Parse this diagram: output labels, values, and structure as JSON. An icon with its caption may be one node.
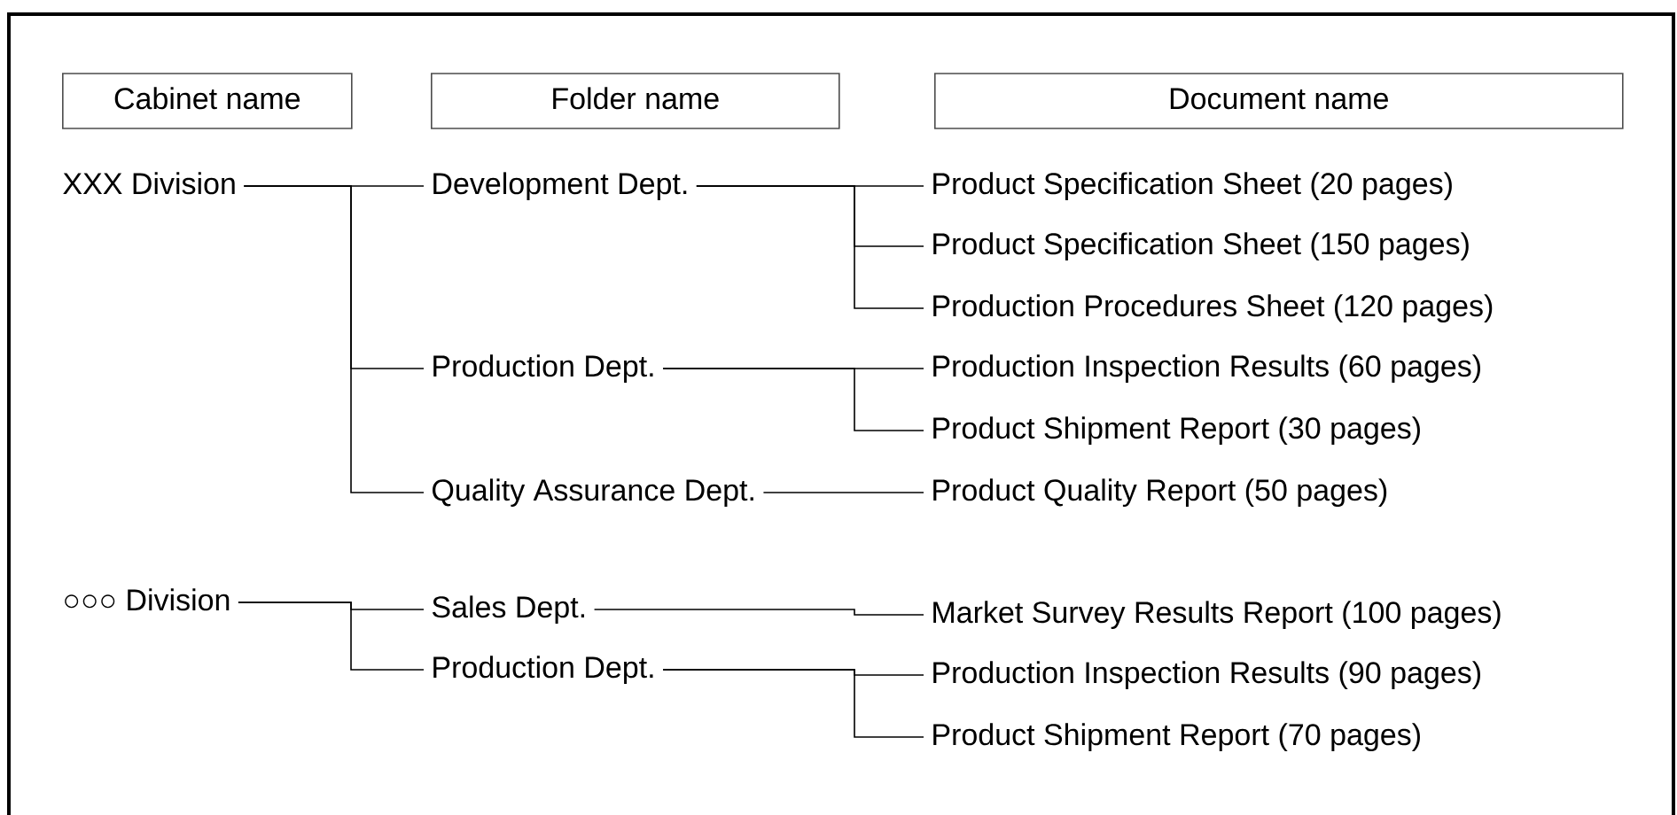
{
  "diagram": {
    "nodes": [
      {
        "text": [
          "Cabinet name"
        ]
      },
      {
        "text": [
          "Folder name"
        ]
      },
      {
        "text": [
          "Document name"
        ]
      },
      {
        "text": [
          "XXX Division"
        ]
      },
      {
        "text": [
          "Development Dept."
        ]
      },
      {
        "text": [
          "Product Specification Sheet (20 pages)"
        ]
      },
      {
        "text": [
          "Product Specification Sheet (150 pages)"
        ]
      },
      {
        "text": [
          "Production Procedures Sheet (120 pages)"
        ]
      },
      {
        "text": [
          "Production Dept."
        ]
      },
      {
        "text": [
          "Production Inspection Results (60 pages)"
        ]
      },
      {
        "text": [
          "Product Shipment Report (30 pages)"
        ]
      },
      {
        "text": [
          "Quality Assurance Dept."
        ]
      },
      {
        "text": [
          "Product Quality Report (50 pages)"
        ]
      },
      {
        "text": [
          "○○○ Division"
        ]
      },
      {
        "text": [
          "Sales Dept."
        ]
      },
      {
        "text": [
          "Market Survey Results Report (100 pages)"
        ]
      },
      {
        "text": [
          "Production Dept."
        ]
      },
      {
        "text": [
          "Production Inspection Results (90 pages)"
        ]
      },
      {
        "text": [
          "Product Shipment Report (70 pages)"
        ]
      }
    ],
    "edges": [
      {
        "from": 3,
        "to": 4,
        "arrow": "none"
      },
      {
        "from": 3,
        "to": 8,
        "arrow": "none"
      },
      {
        "from": 3,
        "to": 11,
        "arrow": "none"
      },
      {
        "from": 4,
        "to": 5,
        "arrow": "none"
      },
      {
        "from": 4,
        "to": 6,
        "arrow": "none"
      },
      {
        "from": 4,
        "to": 7,
        "arrow": "none"
      },
      {
        "from": 8,
        "to": 9,
        "arrow": "none"
      },
      {
        "from": 8,
        "to": 10,
        "arrow": "none"
      },
      {
        "from": 11,
        "to": 12,
        "arrow": "none"
      },
      {
        "from": 13,
        "to": 14,
        "arrow": "none"
      },
      {
        "from": 13,
        "to": 16,
        "arrow": "none"
      },
      {
        "from": 14,
        "to": 15,
        "arrow": "none"
      },
      {
        "from": 16,
        "to": 17,
        "arrow": "none"
      },
      {
        "from": 16,
        "to": 18,
        "arrow": "none"
      }
    ]
  }
}
